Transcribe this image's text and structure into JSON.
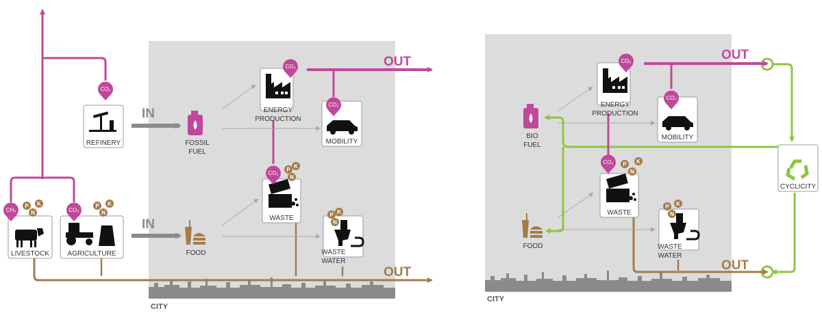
{
  "colors": {
    "co2_magenta": "#c0489a",
    "food_brown": "#a47b4a",
    "input_grey": "#8a8a8a",
    "cyclic_green": "#8cc63f",
    "city_bg": "#dcdcdc"
  },
  "left": {
    "nodes": {
      "refinery": "REFINERY",
      "fossil_fuel": [
        "FOSSIL",
        "FUEL"
      ],
      "energy": [
        "ENERGY",
        "PRODUCTION"
      ],
      "mobility": "MOBILITY",
      "waste": "WASTE",
      "wastewater": [
        "WASTE",
        "WATER"
      ],
      "food": "FOOD",
      "livestock": "LIVESTOCK",
      "agriculture": "AGRICULTURE"
    },
    "in_top": "IN",
    "in_bottom": "IN",
    "out_top": "OUT",
    "out_bottom": "OUT",
    "city": "CITY"
  },
  "right": {
    "nodes": {
      "biofuel": [
        "BIO",
        "FUEL"
      ],
      "energy": [
        "ENERGY",
        "PRODUCTION"
      ],
      "mobility": "MOBILITY",
      "waste": "WASTE",
      "wastewater": [
        "WASTE",
        "WATER"
      ],
      "food": "FOOD",
      "cyclicity": "CYCLICITY"
    },
    "out_top": "OUT",
    "out_bottom": "OUT",
    "city": "CITY"
  },
  "markers": {
    "co2": "CO₂",
    "ch4": "CH₄",
    "p": "P",
    "k": "K",
    "n": "N"
  },
  "icons": [
    "refinery-pump-icon",
    "fuel-can-icon",
    "factory-icon",
    "car-icon",
    "dump-truck-icon",
    "toilet-icon",
    "burger-drink-icon",
    "cow-icon",
    "tractor-icon",
    "sack-icon",
    "recycle-icon"
  ]
}
